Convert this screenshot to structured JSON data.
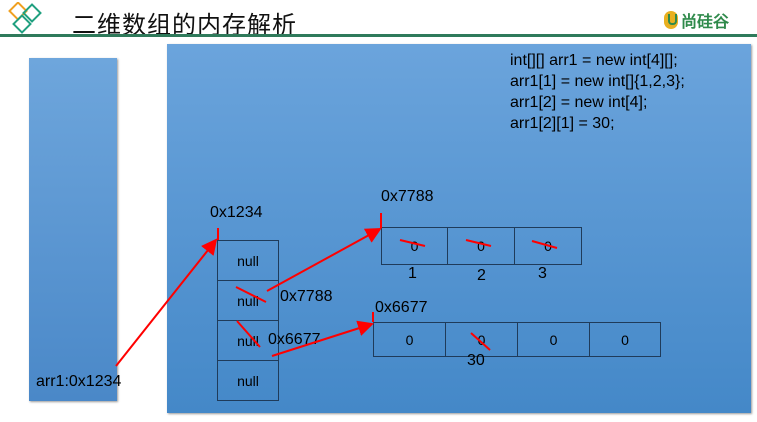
{
  "header": {
    "title": "二维数组的内存解析",
    "brand": "尚硅谷",
    "accent_color": "#2f7a5b"
  },
  "code": {
    "lines": [
      "int[][] arr1 = new int[4][];",
      "arr1[1] = new int[]{1,2,3};",
      "arr1[2] = new int[4];",
      "arr1[2][1] = 30;"
    ]
  },
  "stack": {
    "variable": "arr1:0x1234"
  },
  "outer_array": {
    "address": "0x1234",
    "cells": [
      "null",
      "null",
      "null",
      "null"
    ],
    "cell_refs": [
      "",
      "0x7788",
      "0x6677",
      ""
    ]
  },
  "array_7788": {
    "address": "0x7788",
    "cells": [
      "0",
      "0",
      "0"
    ],
    "new_values": [
      "1",
      "2",
      "3"
    ]
  },
  "array_6677": {
    "address": "0x6677",
    "cells": [
      "0",
      "0",
      "0",
      "0"
    ],
    "new_value_index_1": "30"
  },
  "colors": {
    "panel": "#5796d2",
    "arrow": "#ff0000",
    "border": "#1f3b5a"
  }
}
